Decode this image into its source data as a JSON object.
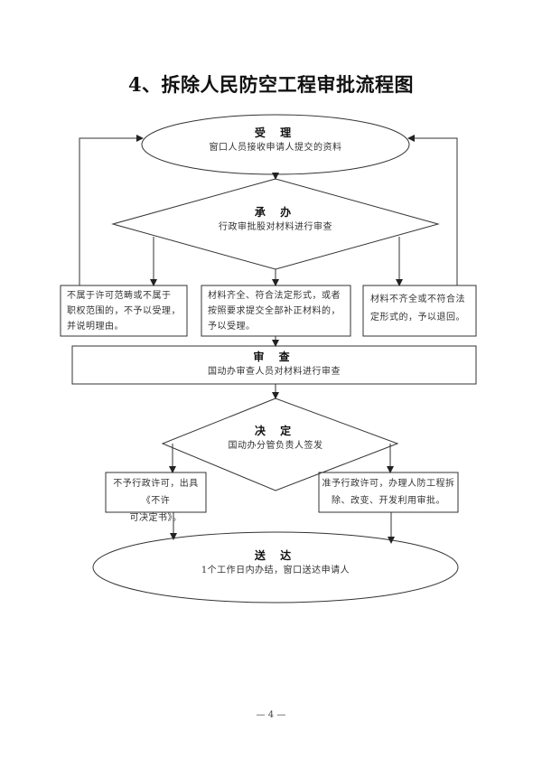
{
  "title": "4、拆除人民防空工程审批流程图",
  "nodes": {
    "accept": {
      "title": "受 理",
      "desc": "窗口人员接收申请人提交的资料"
    },
    "undertake": {
      "title": "承 办",
      "desc": "行政审批股对材料进行审查"
    },
    "reject_scope": {
      "lines": [
        "不属于许可范畴或不属于",
        "职权范围的，不予以受理，",
        "并说明理由。"
      ]
    },
    "accept_complete": {
      "lines": [
        "材料齐全、符合法定形式，或者",
        "按照要求提交全部补正材料的，",
        "予以受理。"
      ]
    },
    "return_incomplete": {
      "lines": [
        "材料不齐全或不符合法",
        "定形式的，予以退回。"
      ]
    },
    "review": {
      "title": "审 查",
      "desc": "国动办审查人员对材料进行审查"
    },
    "decide": {
      "title": "决 定",
      "desc": "国动办分管负责人签发"
    },
    "deny": {
      "lines": [
        "不予行政许可，出具《不许",
        "可决定书》。"
      ]
    },
    "approve": {
      "lines": [
        "准予行政许可，办理人防工程拆",
        "除、改变、开发利用审批。"
      ]
    },
    "deliver": {
      "title": "送 达",
      "desc": "1个工作日内办结，窗口送达申请人"
    }
  },
  "page_number": "— 4 —",
  "colors": {
    "line": "#333333",
    "text": "#222222",
    "background": "#ffffff"
  }
}
